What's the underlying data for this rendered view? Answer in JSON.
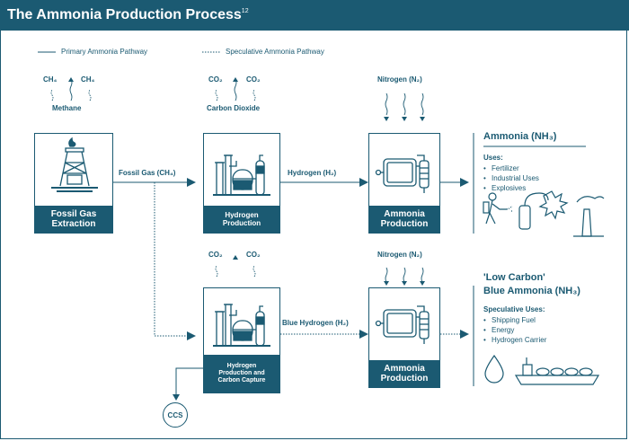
{
  "title": "The Ammonia Production Process",
  "title_sup": "12",
  "legend": {
    "primary": "Primary Ammonia Pathway",
    "speculative": "Speculative Ammonia Pathway"
  },
  "colors": {
    "primary": "#1b5a72",
    "background": "#ffffff",
    "text_on_dark": "#ffffff"
  },
  "top_row": {
    "ch4_left": "CH₄",
    "ch4_right": "CH₄",
    "methane": "Methane",
    "co2_left": "CO₂",
    "co2_right": "CO₂",
    "carbon_dioxide": "Carbon Dioxide",
    "nitrogen": "Nitrogen (N₂)",
    "fossil_box": [
      "Fossil Gas",
      "Extraction"
    ],
    "hydrogen_box": [
      "Hydrogen",
      "Production"
    ],
    "ammonia_box": [
      "Ammonia",
      "Production"
    ],
    "fossil_gas": "Fossil Gas (CH₄)",
    "hydrogen": "Hydrogen (H₂)",
    "output_title": "Ammonia (NH₃)",
    "uses_heading": "Uses:",
    "uses": [
      "Fertilizer",
      "Industrial Uses",
      "Explosives"
    ]
  },
  "bottom_row": {
    "co2_left": "CO₂",
    "co2_right": "CO₂",
    "nitrogen": "Nitrogen (N₂)",
    "hydrogen_box": [
      "Hydrogen",
      "Production and",
      "Carbon Capture"
    ],
    "ammonia_box": [
      "Ammonia",
      "Production"
    ],
    "blue_hydrogen": "Blue Hydrogen (H₂)",
    "output_title_1": "'Low Carbon'",
    "output_title_2": "Blue Ammonia (NH₃)",
    "uses_heading": "Speculative Uses:",
    "uses": [
      "Shipping Fuel",
      "Energy",
      "Hydrogen Carrier"
    ],
    "ccs": "CCS"
  },
  "icons": [
    "oil-derrick-icon",
    "refinery-icon",
    "ammonia-reactor-icon",
    "farmer-sprayer-icon",
    "fertilizer-tank-icon",
    "explosion-icon",
    "factory-icon",
    "water-drop-icon",
    "tanker-ship-icon"
  ]
}
